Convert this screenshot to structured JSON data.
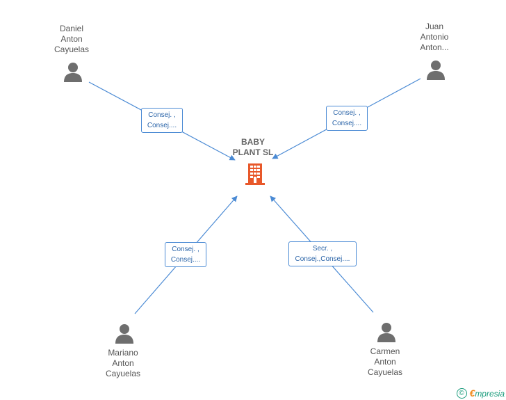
{
  "company": {
    "name": "BABY\nPLANT SL",
    "icon": "building-icon",
    "color": "#e8582a"
  },
  "persons": [
    {
      "id": "daniel",
      "name": "Daniel\nAnton\nCayuelas",
      "icon": "person-icon"
    },
    {
      "id": "juan",
      "name": "Juan\nAntonio\nAnton...",
      "icon": "person-icon"
    },
    {
      "id": "mariano",
      "name": "Mariano\nAnton\nCayuelas",
      "icon": "person-icon"
    },
    {
      "id": "carmen",
      "name": "Carmen\nAnton\nCayuelas",
      "icon": "person-icon"
    }
  ],
  "roles": [
    {
      "id": "daniel",
      "label": "Consej. ,\nConsej...."
    },
    {
      "id": "juan",
      "label": "Consej. ,\nConsej...."
    },
    {
      "id": "mariano",
      "label": "Consej. ,\nConsej...."
    },
    {
      "id": "carmen",
      "label": "Secr. ,\nConsej.,Consej...."
    }
  ],
  "colors": {
    "edge": "#4a8ad4",
    "person": "#6e6e6e",
    "accent": "#1a9c7c"
  },
  "footer": {
    "copyright": "©",
    "brand_first": "€",
    "brand_rest": "mpresia"
  }
}
